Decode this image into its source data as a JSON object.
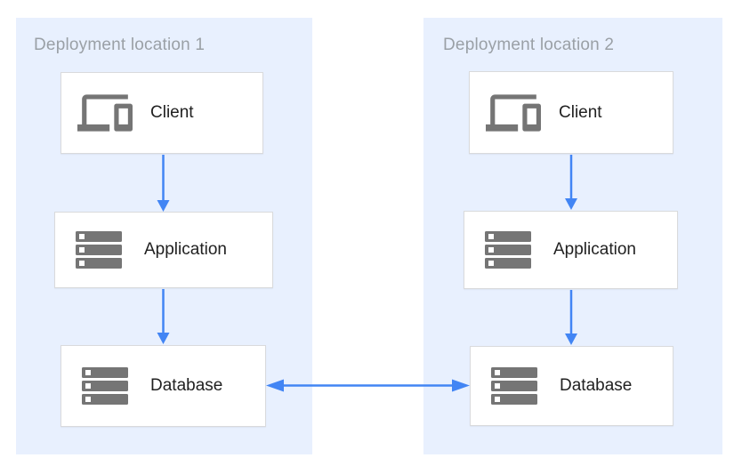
{
  "colors": {
    "panel_bg": "#e8f0fe",
    "arrow": "#4285f4",
    "icon_gray": "#757575",
    "box_border": "#d9dadc",
    "box_bg": "#ffffff",
    "title_text": "#9aa0a6",
    "label_text": "#212121",
    "page_bg": "#ffffff"
  },
  "diagram": {
    "panels": [
      {
        "title": "Deployment location 1",
        "nodes": [
          {
            "label": "Client",
            "icon": "devices-icon"
          },
          {
            "label": "Application",
            "icon": "storage-icon"
          },
          {
            "label": "Database",
            "icon": "storage-icon"
          }
        ]
      },
      {
        "title": "Deployment location 2",
        "nodes": [
          {
            "label": "Client",
            "icon": "devices-icon"
          },
          {
            "label": "Application",
            "icon": "storage-icon"
          },
          {
            "label": "Database",
            "icon": "storage-icon"
          }
        ]
      }
    ],
    "connections": [
      {
        "from": "Client",
        "to": "Application",
        "location": "Deployment location 1",
        "direction": "one-way"
      },
      {
        "from": "Application",
        "to": "Database",
        "location": "Deployment location 1",
        "direction": "one-way"
      },
      {
        "from": "Client",
        "to": "Application",
        "location": "Deployment location 2",
        "direction": "one-way"
      },
      {
        "from": "Application",
        "to": "Database",
        "location": "Deployment location 2",
        "direction": "one-way"
      },
      {
        "from": "Database (Deployment location 1)",
        "to": "Database (Deployment location 2)",
        "direction": "two-way"
      }
    ]
  }
}
